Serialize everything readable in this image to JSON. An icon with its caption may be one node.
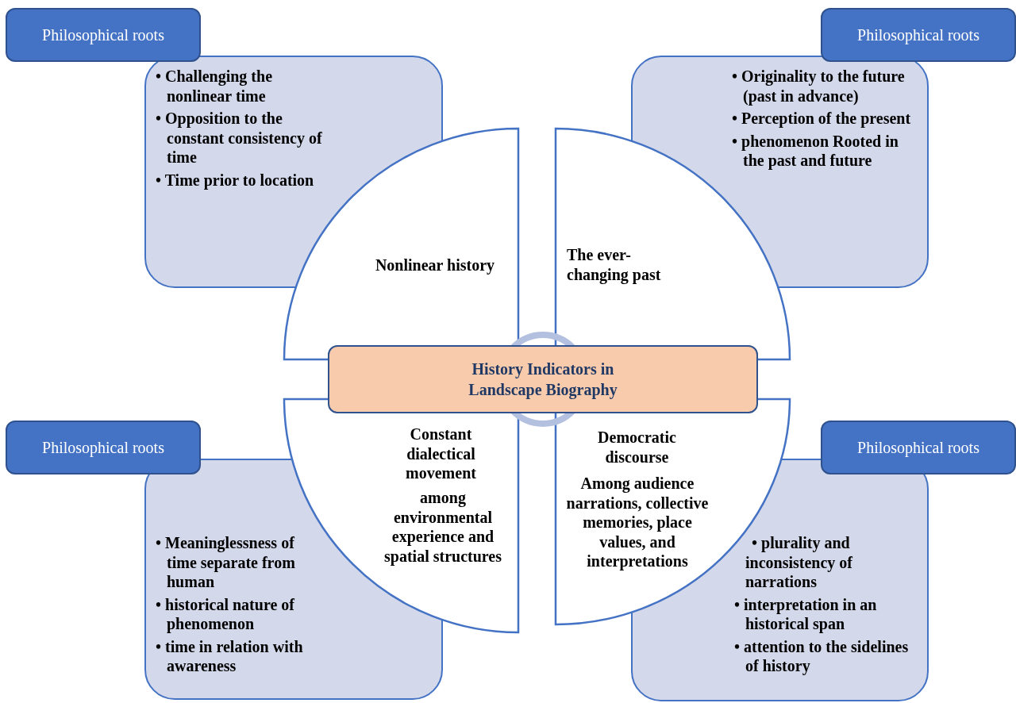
{
  "diagram": {
    "nodes": [
      {
        "text": [
          "Philosophical roots"
        ]
      },
      {
        "text": [
          "• Challenging the nonlinear time",
          "• Opposition to the constant consistency of time",
          "• Time prior to location"
        ]
      },
      {
        "text": [
          "Philosophical roots"
        ]
      },
      {
        "text": [
          "• Originality to the future (past in advance)",
          "• Perception of the present",
          "• phenomenon Rooted in the past and future"
        ]
      },
      {
        "text": [
          "Nonlinear history"
        ]
      },
      {
        "text": [
          "The ever-changing past"
        ]
      },
      {
        "text": [
          "History Indicators in Landscape Biography"
        ]
      },
      {
        "text": [
          "Constant dialectical movement",
          "among environmental experience and spatial structures"
        ]
      },
      {
        "text": [
          "Democratic discourse",
          "Among audience narrations, collective memories, place values, and interpretations"
        ]
      },
      {
        "text": [
          "Philosophical roots"
        ]
      },
      {
        "text": [
          "• Meaninglessness of time separate from human",
          "• historical nature of phenomenon",
          "• time in relation with awareness"
        ]
      },
      {
        "text": [
          "Philosophical roots"
        ]
      },
      {
        "text": [
          "• plurality and inconsistency of narrations",
          "• interpretation in an historical span",
          "• attention to the sidelines of history"
        ]
      }
    ]
  }
}
